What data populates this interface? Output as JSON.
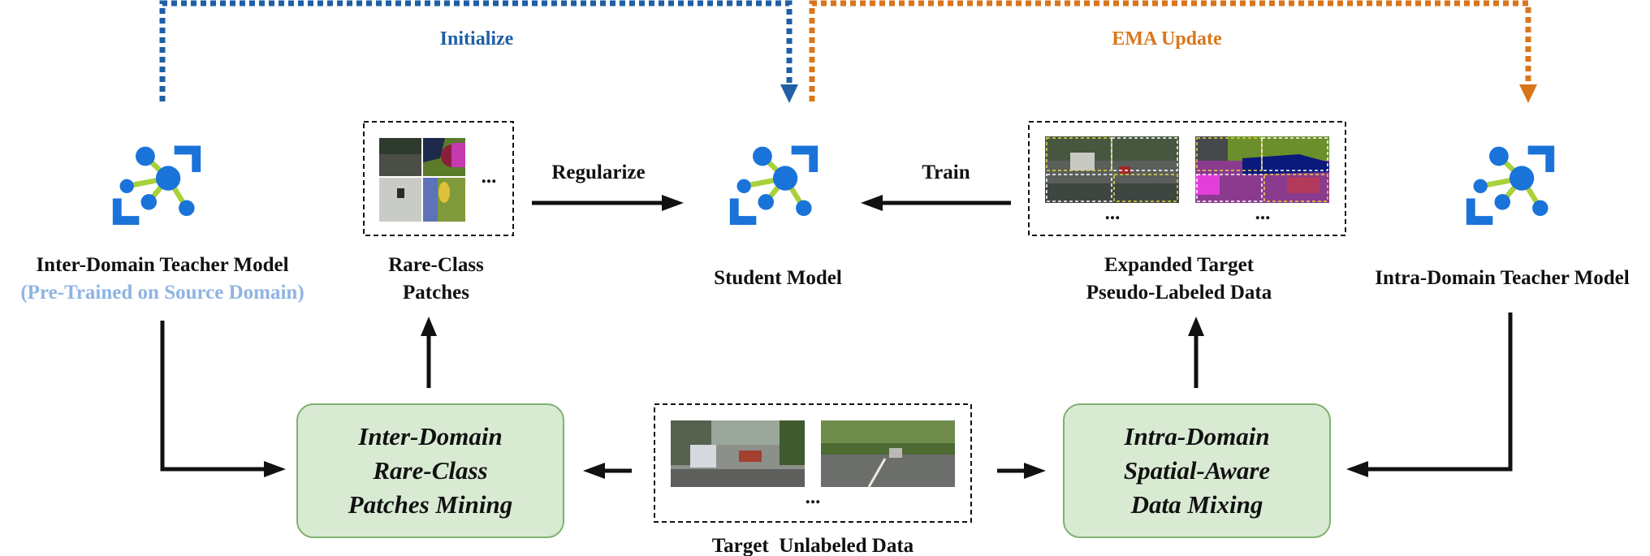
{
  "colors": {
    "icon_blue": "#1a73d9",
    "icon_green": "#a8d13a",
    "arrow_blue": "#1f5fa6",
    "arrow_orange": "#d9761c",
    "subtitle_light_blue": "#8fb4e3",
    "process_box_fill": "#d9ead3",
    "process_box_border": "#7fb26e"
  },
  "top_arrows": {
    "initialize": "Initialize",
    "ema_update": "EMA Update"
  },
  "inter_teacher": {
    "title": "Inter-Domain Teacher Model",
    "subtitle": "(Pre-Trained on Source Domain)",
    "icon": "network-model-icon"
  },
  "rare_class": {
    "title_line1": "Rare-Class",
    "title_line2": "Patches",
    "ellipsis": "..."
  },
  "student": {
    "title": "Student Model",
    "icon": "network-model-icon"
  },
  "expanded": {
    "title_line1": "Expanded Target",
    "title_line2": "Pseudo-Labeled Data",
    "ellipsis_left": "...",
    "ellipsis_right": "..."
  },
  "intra_teacher": {
    "title": "Intra-Domain Teacher Model",
    "icon": "network-model-icon"
  },
  "arrows": {
    "regularize": "Regularize",
    "train": "Train"
  },
  "inter_mining": {
    "line1": "Inter-Domain",
    "line2": "Rare-Class",
    "line3": "Patches Mining"
  },
  "intra_mixing": {
    "line1": "Intra-Domain",
    "line2": "Spatial-Aware",
    "line3": "Data Mixing"
  },
  "target": {
    "title": "Target  Unlabeled Data",
    "ellipsis": "..."
  }
}
